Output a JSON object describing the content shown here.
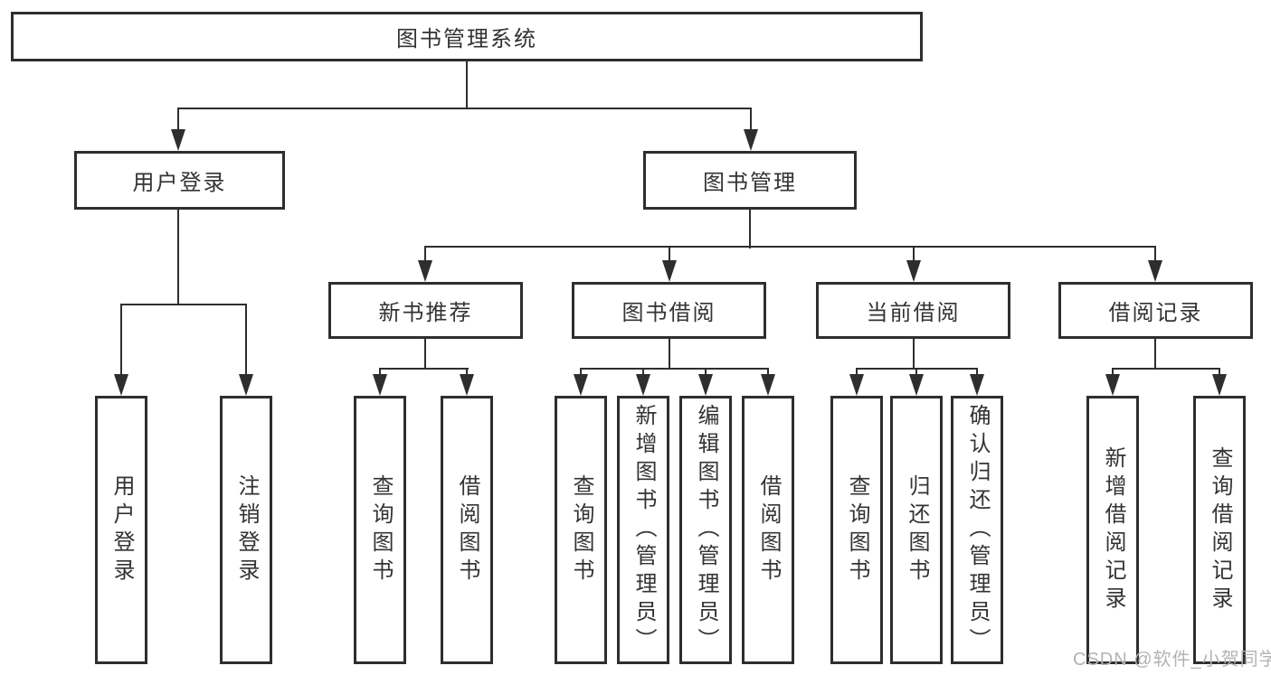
{
  "diagram": {
    "root": {
      "label": "图书管理系统"
    },
    "level1": [
      {
        "label": "用户登录"
      },
      {
        "label": "图书管理"
      }
    ],
    "level2": [
      {
        "label": "新书推荐"
      },
      {
        "label": "图书借阅"
      },
      {
        "label": "当前借阅"
      },
      {
        "label": "借阅记录"
      }
    ],
    "level3": {
      "user_login": [
        {
          "label": "用户登录"
        },
        {
          "label": "注销登录"
        }
      ],
      "new_book_recommend": [
        {
          "label": "查询图书"
        },
        {
          "label": "借阅图书"
        }
      ],
      "book_borrow": [
        {
          "label": "查询图书"
        },
        {
          "label": "新增图书（管理员）"
        },
        {
          "label": "编辑图书（管理员）"
        },
        {
          "label": "借阅图书"
        }
      ],
      "current_borrow": [
        {
          "label": "查询图书"
        },
        {
          "label": "归还图书"
        },
        {
          "label": "确认归还（管理员）"
        }
      ],
      "borrow_records": [
        {
          "label": "新增借阅记录"
        },
        {
          "label": "查询借阅记录"
        }
      ]
    }
  },
  "watermark": {
    "text": "CSDN @软件_小贺同学"
  },
  "colors": {
    "line": "#2e2e2e",
    "text": "#333333",
    "watermark": "#b3b3b3",
    "background": "#ffffff"
  }
}
